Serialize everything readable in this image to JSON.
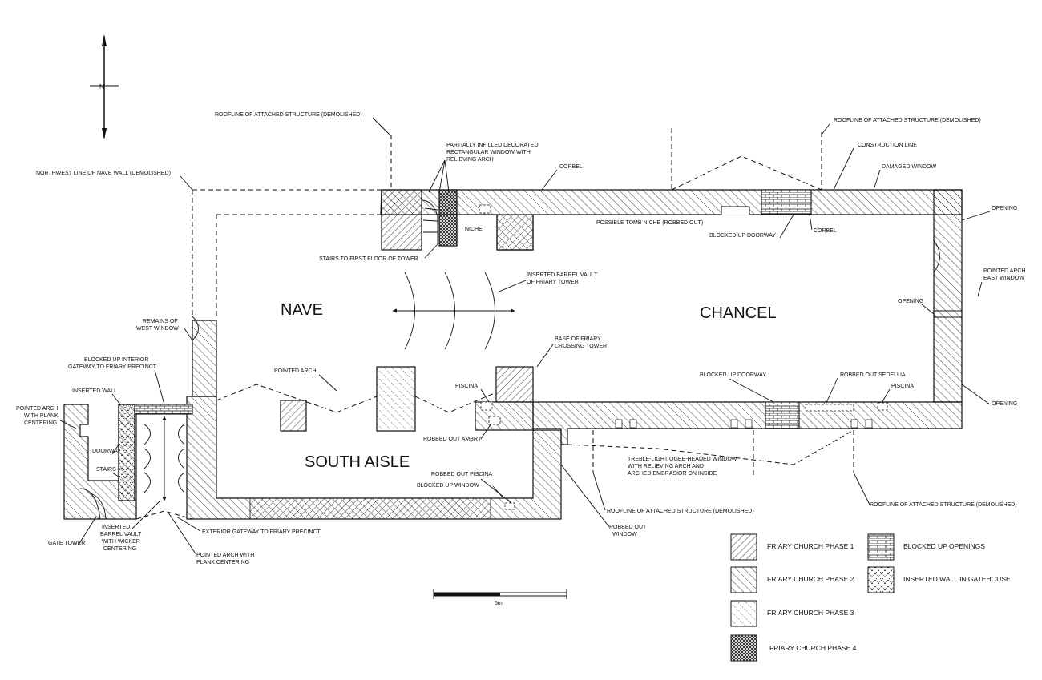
{
  "rooms": {
    "nave": "NAVE",
    "chancel": "CHANCEL",
    "south_aisle": "SOUTH AISLE"
  },
  "north_marker": "N",
  "annotations": {
    "roofline_nw": "ROOFLINE OF ATTACHED STRUCTURE (DEMOLISHED)",
    "roofline_ne": "ROOFLINE OF ATTACHED STRUCTURE (DEMOLISHED)",
    "roofline_s1": "ROOFLINE OF ATTACHED STRUCTURE (DEMOLISHED)",
    "roofline_s2": "ROOFLINE OF ATTACHED STRUCTURE (DEMOLISHED)",
    "window_infilled_1": "PARTIALLY INFILLED DECORATED",
    "window_infilled_2": "RECTANGULAR WINDOW WITH",
    "window_infilled_3": "RELIEVING ARCH",
    "corbel_n": "CORBEL",
    "construction_line": "CONSTRUCTION LINE",
    "damaged_window": "DAMAGED WINDOW",
    "nave_wall": "NORTHWEST LINE OF NAVE WALL (DEMOLISHED)",
    "opening_ne": "OPENING",
    "tomb_niche": "POSSIBLE TOMB NICHE (ROBBED OUT)",
    "corbel_e": "CORBEL",
    "blocked_doorway_n": "BLOCKED UP DOORWAY",
    "niche": "NICHE",
    "stairs_tower": "STAIRS TO FIRST FLOOR OF TOWER",
    "barrel_vault_1": "INSERTED BARREL VAULT",
    "barrel_vault_2": "OF FRIARY TOWER",
    "east_window_1": "POINTED ARCH",
    "east_window_2": "EAST WINDOW",
    "opening_e": "OPENING",
    "west_window_1": "REMAINS OF",
    "west_window_2": "WEST WINDOW",
    "crossing_tower_1": "BASE OF FRIARY",
    "crossing_tower_2": "CROSSING TOWER",
    "gateway_interior_1": "BLOCKED UP INTERIOR",
    "gateway_interior_2": "GATEWAY TO FRIARY PRECINCT",
    "pointed_arch": "POINTED ARCH",
    "piscina_w": "PISCINA",
    "blocked_doorway_s": "BLOCKED UP DOORWAY",
    "sedellia": "ROBBED OUT SEDELLIA",
    "piscina_e": "PISCINA",
    "opening_se": "OPENING",
    "inserted_wall": "INSERTED WALL",
    "pointed_arch_plank_1": "POINTED ARCH",
    "pointed_arch_plank_2": "WITH PLANK",
    "pointed_arch_plank_3": "CENTERING",
    "robbed_ambry": "ROBBED OUT AMBRY",
    "doorway": "DOORWAY",
    "stairs": "STAIRS",
    "treble_window_1": "TREBLE-LIGHT OGEE-HEADED WINDOW",
    "treble_window_2": "WITH RELIEVING ARCH AND",
    "treble_window_3": "ARCHED EMBRASIOR ON INSIDE",
    "robbed_piscina": "ROBBED OUT PISCINA",
    "blocked_window": "BLOCKED UP WINDOW",
    "robbed_window_1": "ROBBED OUT",
    "robbed_window_2": "WINDOW",
    "gate_vault_1": "INSERTED",
    "gate_vault_2": "BARREL VAULT",
    "gate_vault_3": "WITH WICKER",
    "gate_vault_4": "CENTERING",
    "exterior_gateway": "EXTERIOR GATEWAY TO FRIARY PRECINCT",
    "gate_tower": "GATE TOWER",
    "pointed_arch_plank2_1": "POINTED ARCH WITH",
    "pointed_arch_plank2_2": "PLANK CENTERING"
  },
  "legend": {
    "phase1": "FRIARY CHURCH PHASE 1",
    "phase2": "FRIARY CHURCH PHASE 2",
    "phase3": "FRIARY CHURCH PHASE 3",
    "phase4": "FRIARY CHURCH PHASE 4",
    "blocked": "BLOCKED UP OPENINGS",
    "inserted": "INSERTED WALL IN GATEHOUSE"
  },
  "scale_bar": {
    "label": "5m"
  },
  "colors": {
    "ink": "#111111",
    "paper": "#ffffff"
  }
}
